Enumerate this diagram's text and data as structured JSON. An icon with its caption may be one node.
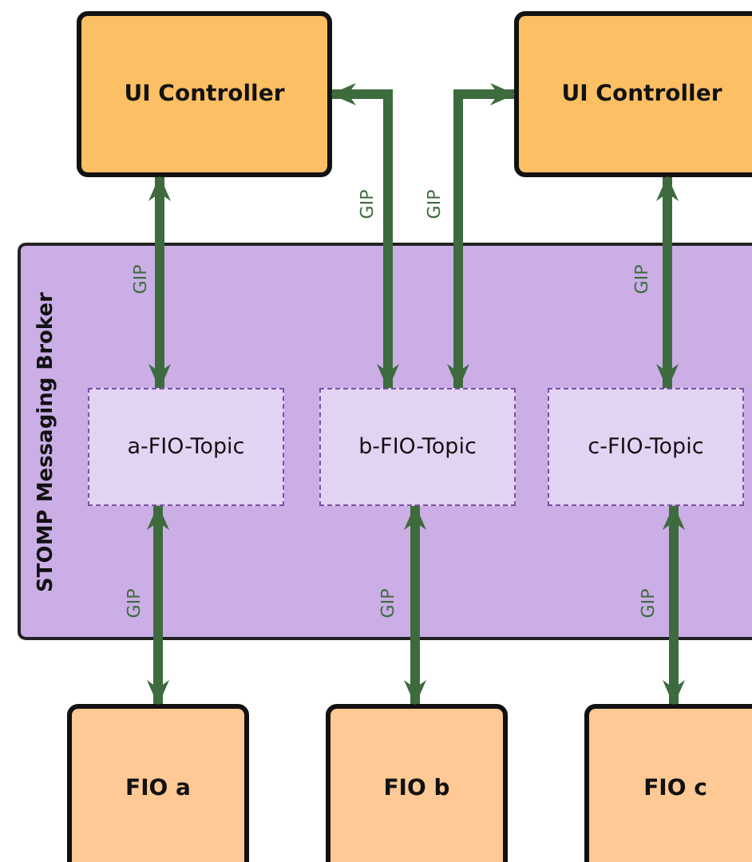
{
  "diagram": {
    "nodes": [
      {
        "text": [
          "UI Controller"
        ]
      },
      {
        "text": [
          "UI Controller"
        ]
      },
      {
        "text": [
          "STOMP Messaging Broker"
        ]
      },
      {
        "text": [
          "a-FIO-Topic"
        ],
        "in": 2
      },
      {
        "text": [
          "b-FIO-Topic"
        ],
        "in": 2
      },
      {
        "text": [
          "c-FIO-Topic"
        ],
        "in": 2
      },
      {
        "text": [
          "FIO a"
        ]
      },
      {
        "text": [
          "FIO b"
        ]
      },
      {
        "text": [
          "FIO c"
        ]
      }
    ],
    "edges": [
      {
        "from": 0,
        "to": 3,
        "arrow": "both",
        "label": "GIP"
      },
      {
        "from": 4,
        "to": 0,
        "arrow": "both",
        "label": "GIP"
      },
      {
        "from": 4,
        "to": 1,
        "arrow": "both",
        "label": "GIP"
      },
      {
        "from": 1,
        "to": 5,
        "arrow": "both",
        "label": "GIP"
      },
      {
        "from": 3,
        "to": 6,
        "arrow": "both",
        "label": "GIP"
      },
      {
        "from": 4,
        "to": 7,
        "arrow": "both",
        "label": "GIP"
      },
      {
        "from": 5,
        "to": 8,
        "arrow": "both",
        "label": "GIP"
      }
    ]
  }
}
